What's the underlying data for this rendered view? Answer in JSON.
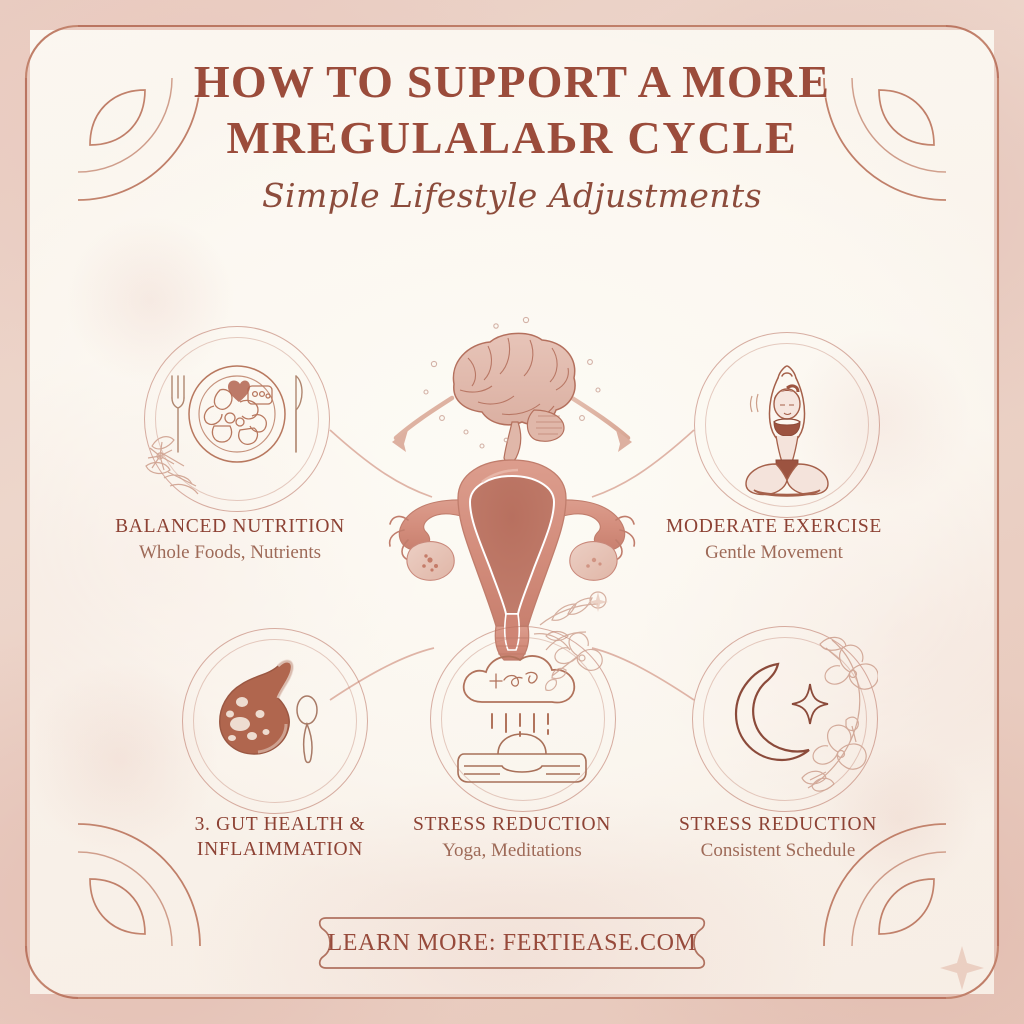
{
  "poster": {
    "title_line_1": "HOW TO SUPPORT A MORE",
    "title_line_2": "MREGULALAЬR CYCLE",
    "subtitle": "Simple Lifestyle Adjustments"
  },
  "colors": {
    "title": "#9b4c3b",
    "subtitle": "#8c4c3c",
    "label_title": "#8d4234",
    "label_sub": "#9e6a58",
    "ring": "#b8705f",
    "background_outer": "#e8cbc0",
    "background_inner": "#fbf6ef",
    "anatomy_fill": "#d79384",
    "line_art": "#b27665"
  },
  "center_illustration": {
    "name": "uterus-anatomy-illustration",
    "description": "watercolor uterus with fallopian tubes and ovaries"
  },
  "top_icon": {
    "name": "brain-icon",
    "description": "line-art brain with scattered dots"
  },
  "nodes": [
    {
      "id": "balanced-nutrition",
      "icon": "plate-food-icon",
      "title": "BALANCED NUTRITION",
      "subtitle": "Whole Foods, Nutrients"
    },
    {
      "id": "moderate-exercise",
      "icon": "yoga-lotus-pose-icon",
      "title": "MODERATE EXERCISE",
      "subtitle": "Gentle Movement"
    },
    {
      "id": "gut-health",
      "icon": "stomach-organ-spoon-icon",
      "title": "3. GUT HEALTH &",
      "subtitle": "INFLAIMMATION"
    },
    {
      "id": "stress-reduction",
      "icon": "rain-cloud-meditation-cushion-icon",
      "title": "STRESS REDUCTION",
      "subtitle": "Yoga, Meditations"
    },
    {
      "id": "sleep-schedule",
      "icon": "crescent-moon-star-icon",
      "title": "STRESS REDUCTION",
      "subtitle": "Consistent Schedule"
    }
  ],
  "footer": {
    "cta": "LEARN MORE: FERTIEASE.COM"
  }
}
